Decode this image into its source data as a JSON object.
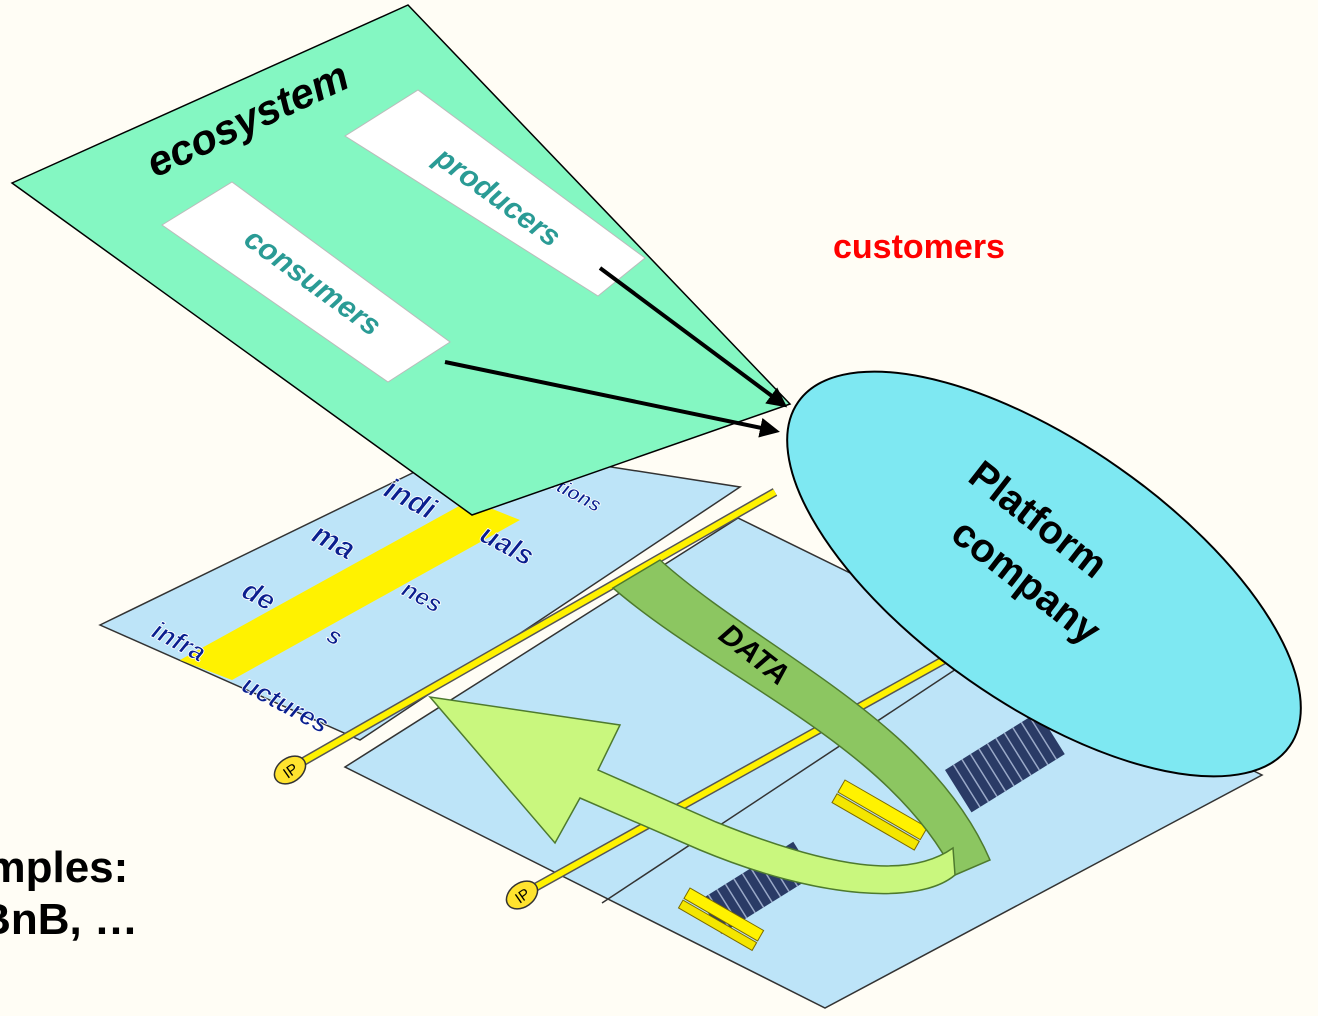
{
  "ecosystem": {
    "title": "ecosystem",
    "producers": "producers",
    "consumers": "consumers"
  },
  "customers_label": "customers",
  "platform": {
    "line1": "Platform",
    "line2": "company"
  },
  "flow_label": "DATA",
  "layer_labels": [
    "indi",
    "ctions",
    "ma",
    "uals",
    "de",
    "nes",
    "s",
    "infra",
    "uctures"
  ],
  "ip_label": "IP",
  "examples": {
    "line1": "amples:",
    "line2": "rBnB, …"
  },
  "colors": {
    "ecosystem_fill": "#84f7c2",
    "platform_fill": "#7ee8f2",
    "layer_fill": "#bde4f8",
    "highlight_yellow": "#fff200",
    "data_arrow_dark": "#8cc661",
    "data_arrow_light": "#c9f77e",
    "customers_red": "#ff0000",
    "label_navy": "#0a1f8f"
  }
}
